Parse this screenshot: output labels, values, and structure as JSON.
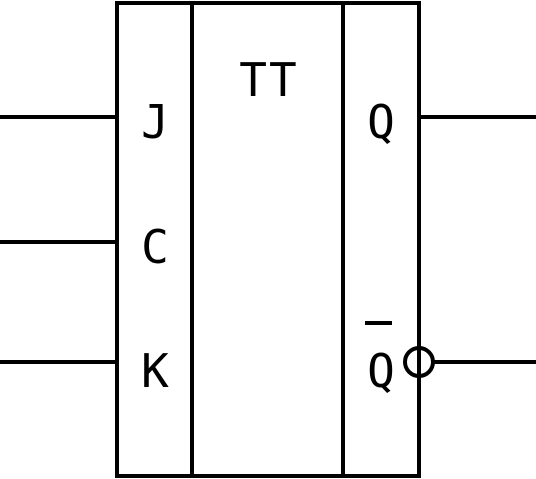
{
  "title": "TT",
  "inputs": {
    "j": "J",
    "c": "C",
    "k": "K"
  },
  "outputs": {
    "q": "Q",
    "q_bar": "Q"
  },
  "colors": {
    "line": "#000000",
    "background": "#ffffff"
  }
}
